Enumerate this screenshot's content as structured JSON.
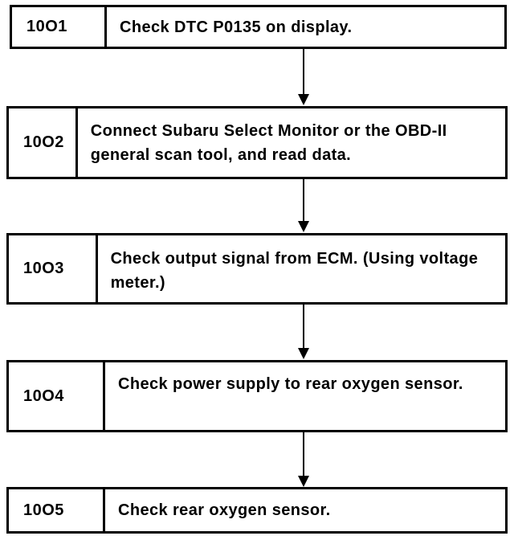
{
  "steps": [
    {
      "code": "10O1",
      "text": "Check DTC P0135 on display."
    },
    {
      "code": "10O2",
      "text": "Connect Subaru Select Monitor or the OBD-II general scan tool, and read data."
    },
    {
      "code": "10O3",
      "text": "Check output signal from ECM. (Using voltage meter.)"
    },
    {
      "code": "10O4",
      "text": "Check power supply to rear oxygen sensor."
    },
    {
      "code": "10O5",
      "text": "Check rear oxygen sensor."
    }
  ]
}
